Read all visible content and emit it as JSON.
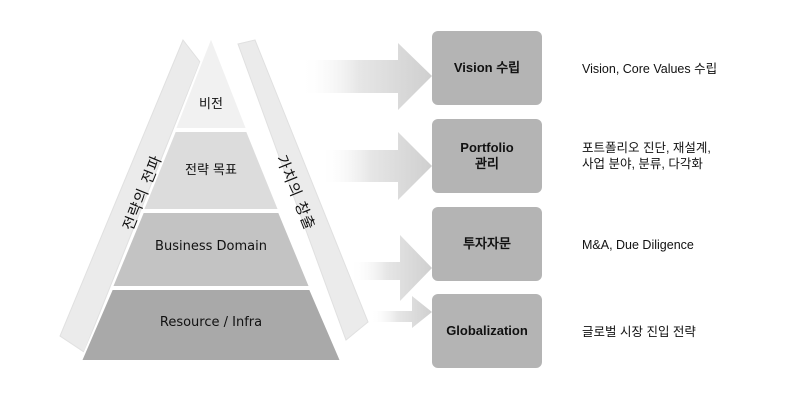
{
  "pyramid": {
    "left_label": "전략의 전파",
    "right_label": "가치의 창출",
    "tiers": [
      "비전",
      "전략 목표",
      "Business Domain",
      "Resource / Infra"
    ]
  },
  "rows": [
    {
      "box": "Vision 수립",
      "desc": "Vision, Core Values 수립"
    },
    {
      "box": "Portfolio\n관리",
      "desc": "포트폴리오 진단, 재설계,\n사업 분야, 분류, 다각화"
    },
    {
      "box": "투자자문",
      "desc": "M&A,  Due Diligence"
    },
    {
      "box": "Globalization",
      "desc": "글로벌 시장 진입 전략"
    }
  ],
  "colors": {
    "tier_1": "#f1f1f1",
    "tier_2": "#dcdcdc",
    "tier_3": "#c3c3c3",
    "tier_4": "#a9a9a9",
    "side_band": "#ebebeb",
    "box": "#b4b4b4",
    "arrow": "#dedede"
  }
}
